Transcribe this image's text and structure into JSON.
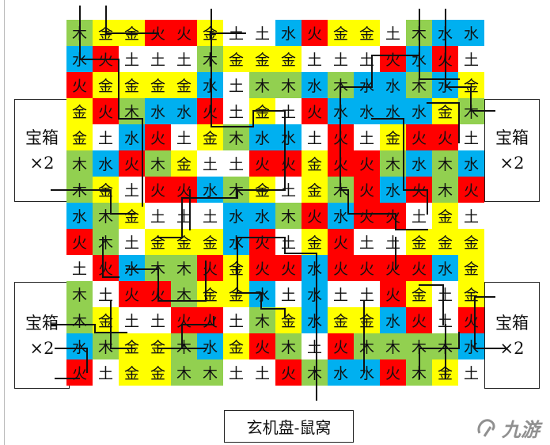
{
  "legend_colors": {
    "木": "#92d050",
    "金": "#ffff00",
    "火": "#ff0000",
    "水": "#00b0f0",
    "土": "#ffffff"
  },
  "grid": [
    [
      "木",
      "金",
      "金",
      "火",
      "火",
      "金",
      "土",
      "土",
      "水",
      "火",
      "金",
      "金",
      "土",
      "木",
      "水",
      "水"
    ],
    [
      "水",
      "火",
      "土",
      "土",
      "土",
      "木",
      "金",
      "金",
      "金",
      "土",
      "土",
      "土",
      "火",
      "水",
      "火",
      "土"
    ],
    [
      "火",
      "金",
      "金",
      "金",
      "金",
      "水",
      "土",
      "木",
      "木",
      "水",
      "木",
      "水",
      "水",
      "木",
      "水",
      "金"
    ],
    [
      "金",
      "火",
      "木",
      "水",
      "水",
      "火",
      "土",
      "金",
      "土",
      "火",
      "水",
      "水",
      "水",
      "水",
      "金",
      "木"
    ],
    [
      "金",
      "土",
      "水",
      "火",
      "土",
      "金",
      "木",
      "水",
      "水",
      "土",
      "火",
      "土",
      "金",
      "火",
      "火",
      "土"
    ],
    [
      "木",
      "水",
      "火",
      "木",
      "金",
      "土",
      "土",
      "火",
      "火",
      "金",
      "火",
      "火",
      "木",
      "水",
      "木",
      "水"
    ],
    [
      "木",
      "金",
      "土",
      "火",
      "火",
      "水",
      "木",
      "金",
      "土",
      "金",
      "木",
      "火",
      "水",
      "火",
      "木",
      "火"
    ],
    [
      "水",
      "木",
      "金",
      "土",
      "土",
      "土",
      "水",
      "水",
      "木",
      "火",
      "水",
      "火",
      "火",
      "土",
      "金",
      "土"
    ],
    [
      "火",
      "木",
      "土",
      "金",
      "金",
      "金",
      "水",
      "火",
      "土",
      "金",
      "火",
      "土",
      "土",
      "金",
      "金",
      "金"
    ],
    [
      "土",
      "火",
      "水",
      "木",
      "木",
      "火",
      "金",
      "火",
      "火",
      "水",
      "火",
      "火",
      "火",
      "火",
      "水",
      "金"
    ],
    [
      "木",
      "土",
      "火",
      "火",
      "木",
      "金",
      "金",
      "水",
      "土",
      "水",
      "土",
      "土",
      "火",
      "金",
      "土",
      "金"
    ],
    [
      "木",
      "金",
      "土",
      "土",
      "火",
      "火",
      "土",
      "木",
      "金",
      "水",
      "金",
      "金",
      "水",
      "火",
      "土",
      "火"
    ],
    [
      "水",
      "木",
      "金",
      "金",
      "木",
      "水",
      "金",
      "火",
      "木",
      "土",
      "火",
      "木",
      "木",
      "木",
      "木",
      "水"
    ],
    [
      "火",
      "土",
      "金",
      "金",
      "木",
      "木",
      "土",
      "土",
      "火",
      "木",
      "水",
      "水",
      "火",
      "木",
      "金",
      "土"
    ]
  ],
  "labels": {
    "left_top": {
      "line1": "宝箱",
      "line2": "×2"
    },
    "right_top": {
      "line1": "宝箱",
      "line2": "×2"
    },
    "left_bottom": {
      "line1": "宝箱",
      "line2": "×2"
    },
    "right_bottom": {
      "line1": "宝箱",
      "line2": "×2"
    },
    "footer": "玄机盘-鼠窝"
  },
  "watermark": {
    "text": "九游"
  }
}
